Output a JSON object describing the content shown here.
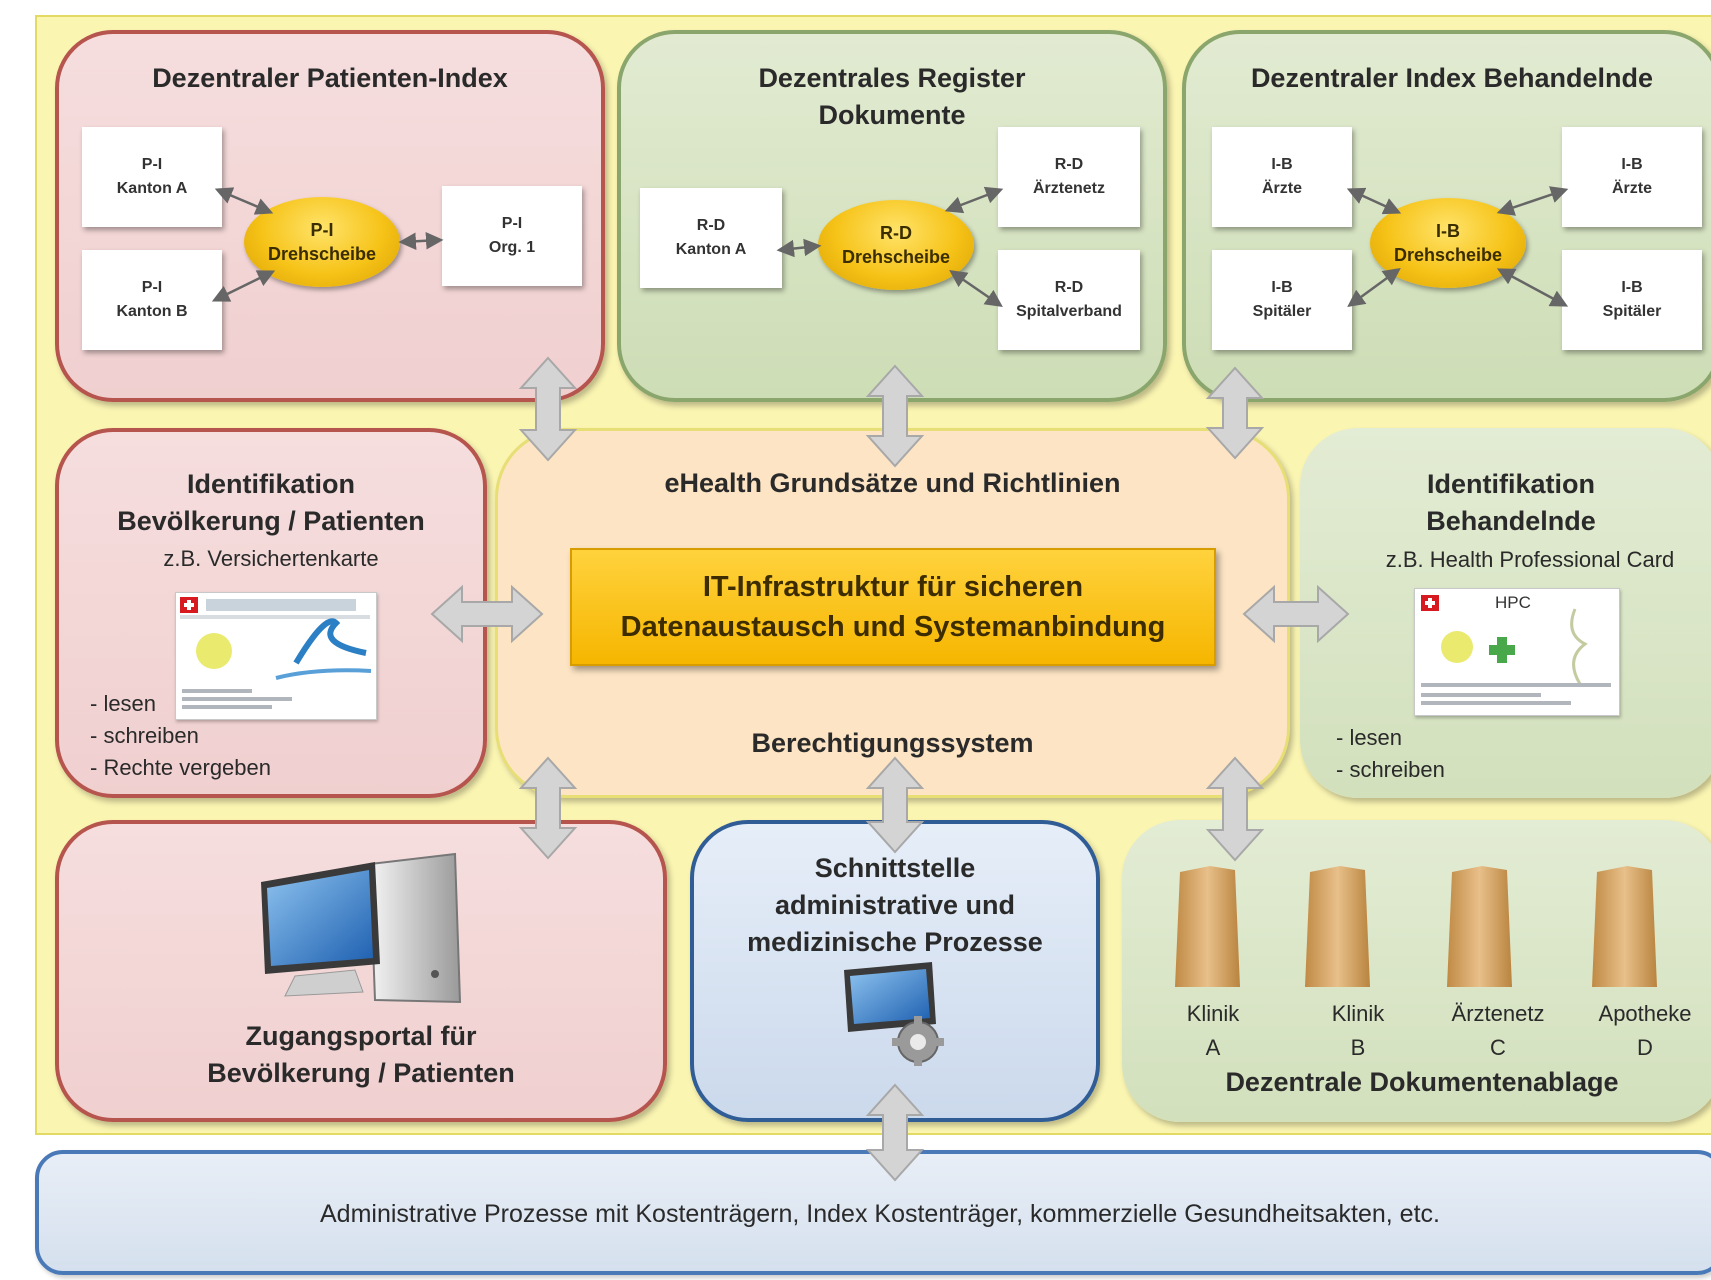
{
  "panels": {
    "patient_index": {
      "title": "Dezentraler Patienten-Index",
      "box_kanton_a": [
        "P-I",
        "Kanton A"
      ],
      "box_kanton_b": [
        "P-I",
        "Kanton B"
      ],
      "box_org": [
        "P-I",
        "Org. 1"
      ],
      "hub": [
        "P-I",
        "Drehscheibe"
      ]
    },
    "register": {
      "title_line1": "Dezentrales Register",
      "title_line2": "Dokumente",
      "box_kanton_a": [
        "R-D",
        "Kanton A"
      ],
      "box_aerzte": [
        "R-D",
        "Ärztenetz"
      ],
      "box_spital": [
        "R-D",
        "Spitalverband"
      ],
      "hub": [
        "R-D",
        "Drehscheibe"
      ]
    },
    "index_behandelnde": {
      "title": "Dezentraler Index Behandelnde",
      "box_aerzte_left": [
        "I-B",
        "Ärzte"
      ],
      "box_spitaeler_left": [
        "I-B",
        "Spitäler"
      ],
      "box_aerzte_right": [
        "I-B",
        "Ärzte"
      ],
      "box_spitaeler_right": [
        "I-B",
        "Spitäler"
      ],
      "hub": [
        "I-B",
        "Drehscheibe"
      ]
    },
    "id_patients": {
      "title_line1": "Identifikation",
      "title_line2": "Bevölkerung / Patienten",
      "subtitle": "z.B. Versichertenkarte",
      "list": [
        "- lesen",
        "- schreiben",
        "- Rechte vergeben"
      ]
    },
    "center": {
      "title": "eHealth Grundsätze und Richtlinien",
      "it_line1": "IT-Infrastruktur für sicheren",
      "it_line2": "Datenaustausch und Systemanbindung",
      "auth": "Berechtigungssystem"
    },
    "id_behandelnde": {
      "title_line1": "Identifikation",
      "title_line2": "Behandelnde",
      "subtitle": "z.B. Health Professional Card",
      "card_label": "HPC",
      "list": [
        "- lesen",
        "- schreiben"
      ]
    },
    "portal": {
      "title_line1": "Zugangsportal für",
      "title_line2": "Bevölkerung / Patienten"
    },
    "interface": {
      "title_line1": "Schnittstelle",
      "title_line2": "administrative und",
      "title_line3": "medizinische Prozesse"
    },
    "storage": {
      "folders": [
        {
          "l1": "Klinik",
          "l2": "A"
        },
        {
          "l1": "Klinik",
          "l2": "B"
        },
        {
          "l1": "Ärztenetz",
          "l2": "C"
        },
        {
          "l1": "Apotheke",
          "l2": "D"
        }
      ],
      "title": "Dezentrale Dokumentenablage"
    }
  },
  "bottom_bar": "Administrative Prozesse mit Kostenträgern, Index Kostenträger, kommerzielle Gesundheitsakten, etc.",
  "colors": {
    "frame": "#fbf5b2",
    "pink_border": "#b6544e",
    "green_border": "#8aa66c",
    "blue_border": "#315d96",
    "hub": "#f6c318",
    "arrow": "#d0d0d0"
  }
}
